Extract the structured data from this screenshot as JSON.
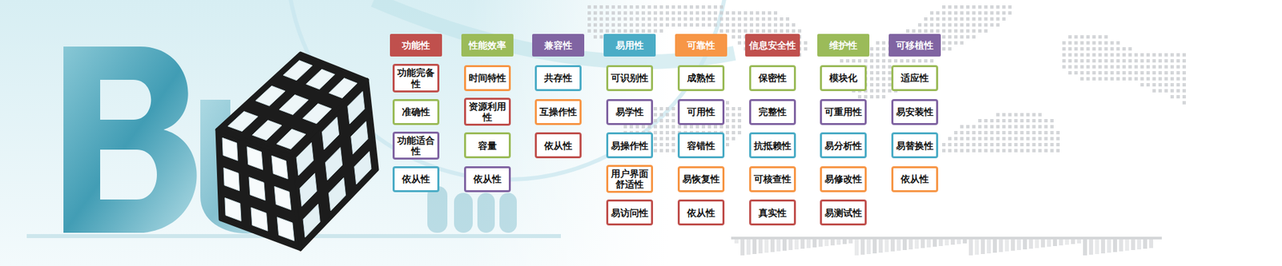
{
  "diagram": {
    "nodes": [
      {
        "text": [
          "功能性"
        ]
      },
      {
        "text": [
          "功能完备性"
        ]
      },
      {
        "text": [
          "准确性"
        ]
      },
      {
        "text": [
          "功能适合性"
        ]
      },
      {
        "text": [
          "依从性"
        ]
      },
      {
        "text": [
          "性能效率"
        ]
      },
      {
        "text": [
          "时间特性"
        ]
      },
      {
        "text": [
          "资源利用性"
        ]
      },
      {
        "text": [
          "容量"
        ]
      },
      {
        "text": [
          "依从性"
        ]
      },
      {
        "text": [
          "兼容性"
        ]
      },
      {
        "text": [
          "共存性"
        ]
      },
      {
        "text": [
          "互操作性"
        ]
      },
      {
        "text": [
          "依从性"
        ]
      },
      {
        "text": [
          "易用性"
        ]
      },
      {
        "text": [
          "可识别性"
        ]
      },
      {
        "text": [
          "易学性"
        ]
      },
      {
        "text": [
          "易操作性"
        ]
      },
      {
        "text": [
          "用户界面舒适性"
        ]
      },
      {
        "text": [
          "易访问性"
        ]
      },
      {
        "text": [
          "可靠性"
        ]
      },
      {
        "text": [
          "成熟性"
        ]
      },
      {
        "text": [
          "可用性"
        ]
      },
      {
        "text": [
          "容错性"
        ]
      },
      {
        "text": [
          "易恢复性"
        ]
      },
      {
        "text": [
          "依从性"
        ]
      },
      {
        "text": [
          "信息安全性"
        ]
      },
      {
        "text": [
          "保密性"
        ]
      },
      {
        "text": [
          "完整性"
        ]
      },
      {
        "text": [
          "抗抵赖性"
        ]
      },
      {
        "text": [
          "可核查性"
        ]
      },
      {
        "text": [
          "真实性"
        ]
      },
      {
        "text": [
          "维护性"
        ]
      },
      {
        "text": [
          "模块化"
        ]
      },
      {
        "text": [
          "可重用性"
        ]
      },
      {
        "text": [
          "易分析性"
        ]
      },
      {
        "text": [
          "易修改性"
        ]
      },
      {
        "text": [
          "易测试性"
        ]
      },
      {
        "text": [
          "可移植性"
        ]
      },
      {
        "text": [
          "适应性"
        ]
      },
      {
        "text": [
          "易安装性"
        ]
      },
      {
        "text": [
          "易替换性"
        ]
      },
      {
        "text": [
          "依从性"
        ]
      }
    ]
  }
}
